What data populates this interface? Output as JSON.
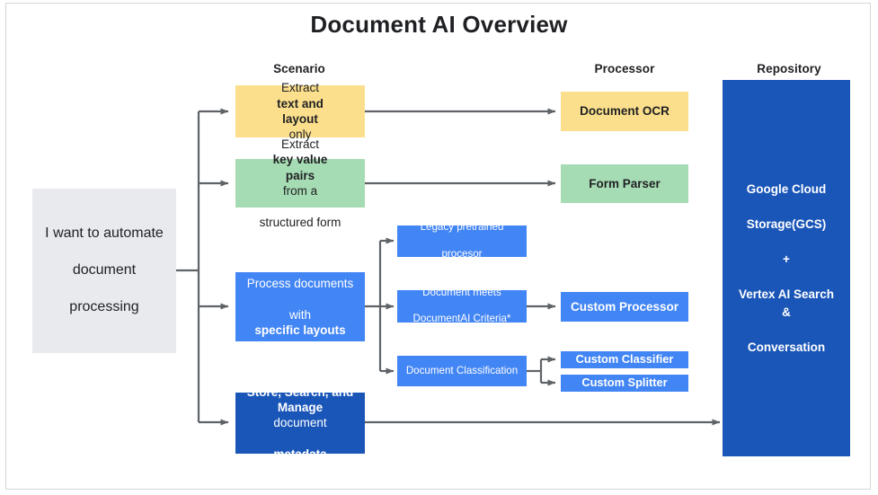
{
  "figure": {
    "title": "Document AI Overview",
    "background": "#ffffff",
    "border_color": "#d6d6d8"
  },
  "colors": {
    "gray": "#e8eaed",
    "yellow": "#fbdf8c",
    "green": "#a6dcb4",
    "blue": "#4285f4",
    "dark_blue": "#1a56b8",
    "connector": "#5f6368",
    "text_dark": "#202124",
    "text_light": "#ffffff"
  },
  "columns": [
    {
      "id": "scenario",
      "label": "Scenario"
    },
    {
      "id": "processor",
      "label": "Processor"
    },
    {
      "id": "repository",
      "label": "Repository"
    }
  ],
  "input_node": {
    "id": "goal",
    "text": "I want to automate document processing",
    "color": "#e8eaed"
  },
  "scenario_nodes": [
    {
      "id": "extract-text-layout",
      "color": "#fbdf8c",
      "parts": [
        {
          "text": "Extract ",
          "bold": false
        },
        {
          "text": "text and layout",
          "bold": true
        },
        {
          "text": " only",
          "bold": false
        }
      ],
      "plain": "Extract text and layout only"
    },
    {
      "id": "extract-key-value-pairs",
      "color": "#a6dcb4",
      "parts": [
        {
          "text": "Extract ",
          "bold": false
        },
        {
          "text": "key value pairs",
          "bold": true
        },
        {
          "text": " from a structured form",
          "bold": false
        }
      ],
      "plain": "Extract key value pairs from a structured form"
    },
    {
      "id": "process-specific-layouts",
      "color": "#4285f4",
      "parts": [
        {
          "text": "Process documents with ",
          "bold": false
        },
        {
          "text": "specific layouts",
          "bold": true
        }
      ],
      "plain": "Process documents with specific layouts"
    },
    {
      "id": "store-search-manage",
      "color": "#1a56b8",
      "parts": [
        {
          "text": "Store, Search, and Manage",
          "bold": true
        },
        {
          "text": " document metadata",
          "bold": false
        }
      ],
      "plain": "Store, Search, and Manage document metadata"
    }
  ],
  "branch_nodes": [
    {
      "id": "legacy-pretrained-processor",
      "label": "Legacy pretrained processor",
      "color": "#4285f4"
    },
    {
      "id": "document-meets-criteria",
      "label": "Document meets DocumentAI Criteria*",
      "color": "#4285f4"
    },
    {
      "id": "document-classification",
      "label": "Document Classification",
      "color": "#4285f4"
    }
  ],
  "processor_nodes": [
    {
      "id": "document-ocr",
      "label": "Document OCR",
      "color": "#fbdf8c"
    },
    {
      "id": "form-parser",
      "label": "Form Parser",
      "color": "#a6dcb4"
    },
    {
      "id": "custom-processor",
      "label": "Custom Processor",
      "color": "#4285f4"
    },
    {
      "id": "custom-classifier",
      "label": "Custom Classifier",
      "color": "#4285f4"
    },
    {
      "id": "custom-splitter",
      "label": "Custom Splitter",
      "color": "#4285f4"
    }
  ],
  "repository_node": {
    "id": "repository",
    "color": "#1a56b8",
    "lines": [
      "Google Cloud",
      "Storage(GCS)",
      "+",
      "Vertex AI Search &",
      "Conversation"
    ],
    "plain": "Google Cloud Storage(GCS) + Vertex AI Search & Conversation"
  },
  "text_fragments": {
    "extract_1a": "Extract ",
    "extract_1b": "text and",
    "extract_1c": "layout",
    "extract_1d": " only",
    "extract_2a": "Extract ",
    "extract_2b": "key value",
    "extract_2c": "pairs",
    "extract_2d": " from a",
    "extract_2e": "structured form",
    "process_1": "Process documents",
    "process_2a": "with ",
    "process_2b": "specific layouts",
    "store_1": "Store, Search, and",
    "store_2a": "Manage",
    "store_2b": " document",
    "store_3": "metadata",
    "goal_1": "I want to automate",
    "goal_2": "document",
    "goal_3": "processing",
    "legacy_1": "Legacy pretrained",
    "legacy_2": "procesor",
    "criteria_1": "Document meets",
    "criteria_2": "DocumentAI Criteria*"
  }
}
